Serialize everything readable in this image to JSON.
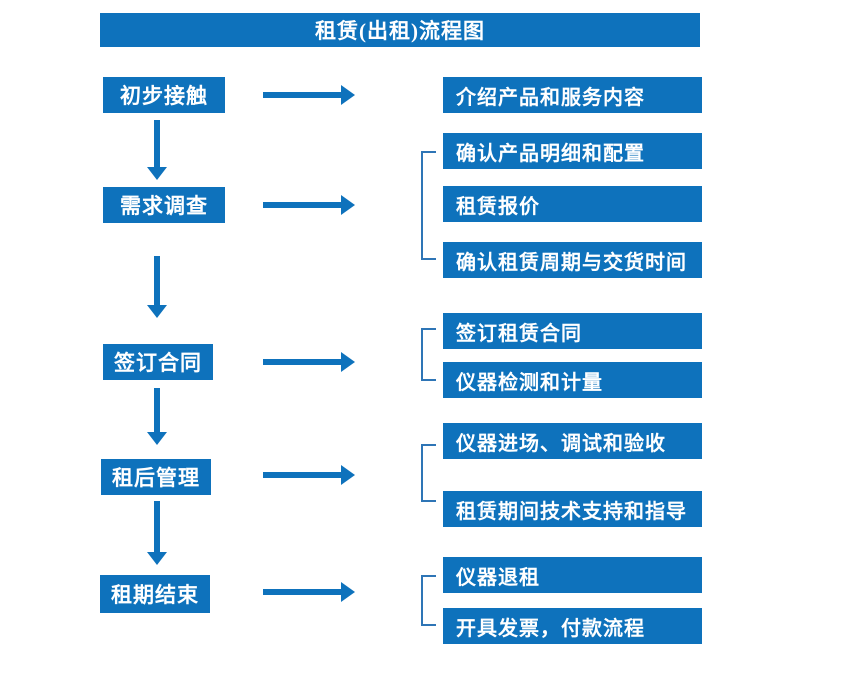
{
  "title": "租赁(出租)流程图",
  "colors": {
    "primary": "#0E72BC",
    "bracket": "#2E75B6",
    "box-text": "#FFFFFF",
    "bg": "#FFFFFF"
  },
  "steps": [
    {
      "label": "初步接触",
      "details": [
        "介绍产品和服务内容"
      ]
    },
    {
      "label": "需求调查",
      "details": [
        "确认产品明细和配置",
        "租赁报价",
        "确认租赁周期与交货时间"
      ]
    },
    {
      "label": "签订合同",
      "details": [
        "签订租赁合同",
        "仪器检测和计量"
      ]
    },
    {
      "label": "租后管理",
      "details": [
        "仪器进场、调试和验收",
        "租赁期间技术支持和指导"
      ]
    },
    {
      "label": "租期结束",
      "details": [
        "仪器退租",
        "开具发票，付款流程"
      ]
    }
  ]
}
